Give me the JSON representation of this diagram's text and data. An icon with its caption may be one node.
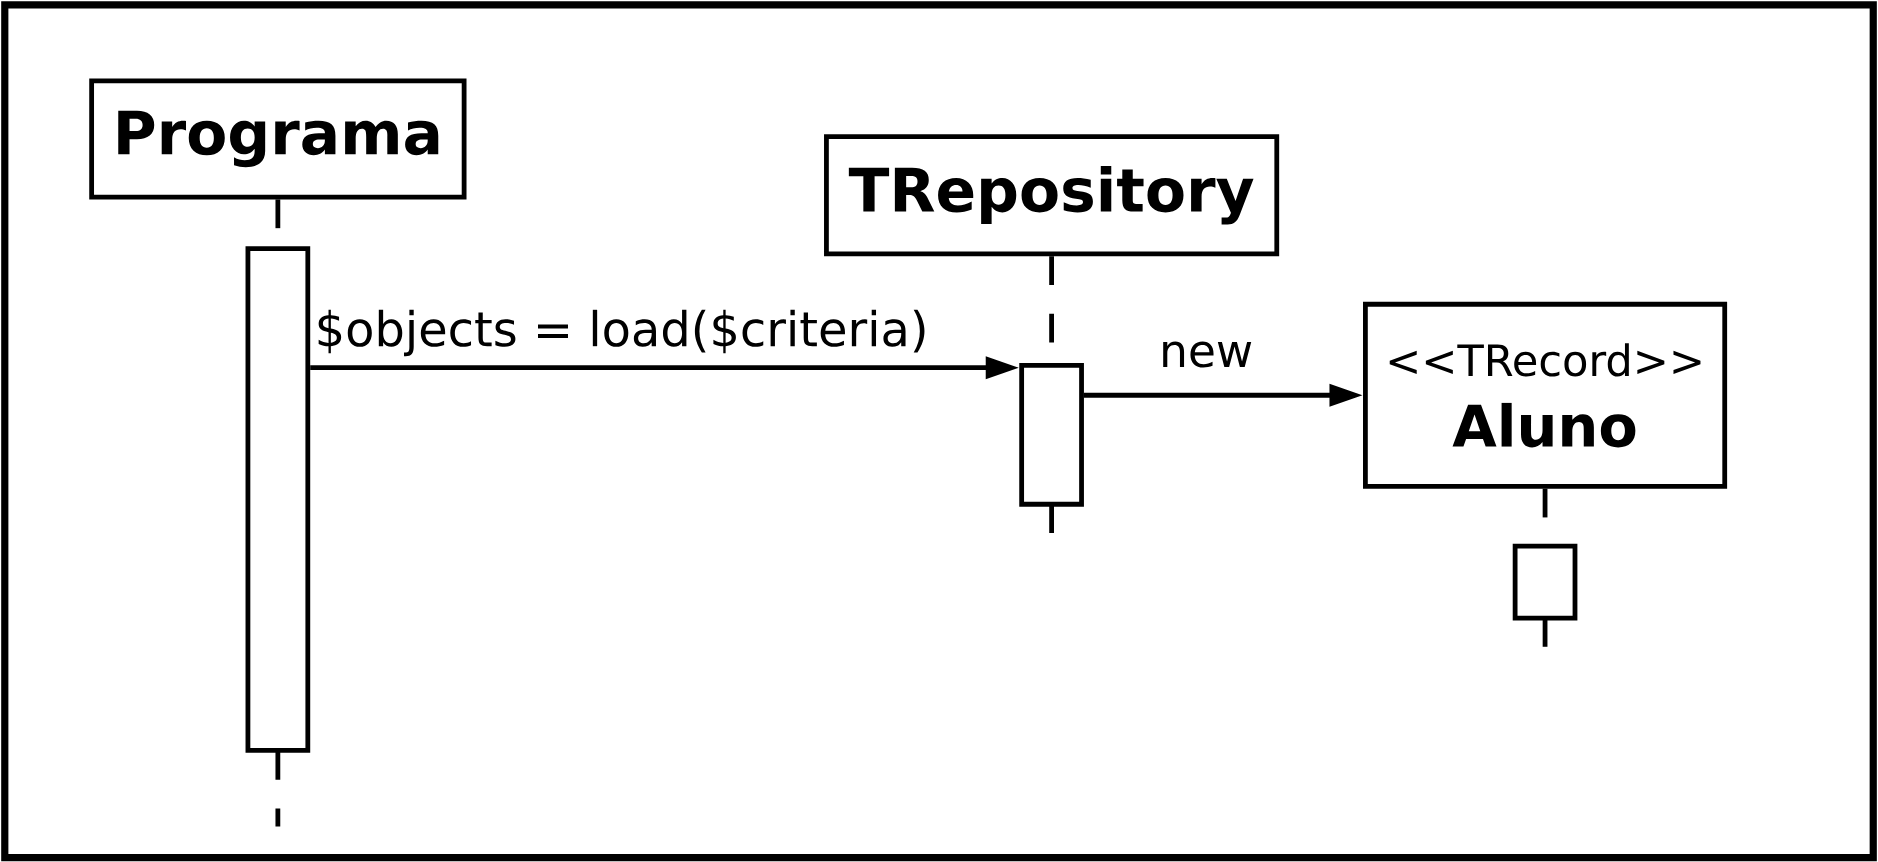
{
  "diagram": {
    "nodes": [
      {
        "text": [
          "Programa"
        ]
      },
      {
        "text": [
          "TRepository"
        ]
      },
      {
        "text": [
          "<<TRecord>>",
          "Aluno"
        ]
      },
      {
        "text": [],
        "shape": "bar"
      },
      {
        "text": [],
        "shape": "bar"
      },
      {
        "text": [],
        "shape": "bar"
      }
    ],
    "edges": [
      {
        "from": 3,
        "to": 4,
        "arrow": "to",
        "label": "$objects = load($criteria)"
      },
      {
        "from": 4,
        "to": 2,
        "arrow": "to",
        "label": "new"
      },
      {
        "from": 0,
        "to": 3,
        "arrow": "none",
        "style": "dashed"
      },
      {
        "from": 1,
        "to": 4,
        "arrow": "none",
        "style": "dashed"
      },
      {
        "from": 2,
        "to": 5,
        "arrow": "none",
        "style": "dashed"
      }
    ]
  }
}
